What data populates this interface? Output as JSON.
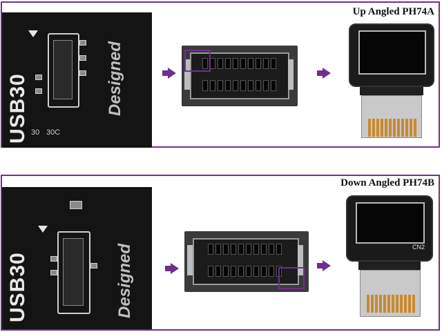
{
  "panels": [
    {
      "title": "Up Angled PH74A"
    },
    {
      "title": "Down Angled PH74B"
    }
  ],
  "board_text": {
    "usb": "USB30",
    "designed": "Designed",
    "label_30": "30",
    "label_30c": "30C",
    "cn2": "CN2"
  },
  "colors": {
    "frame": "#6f2f8f",
    "arrow": "#6f2f8f",
    "highlight": "#6f2f8f"
  }
}
